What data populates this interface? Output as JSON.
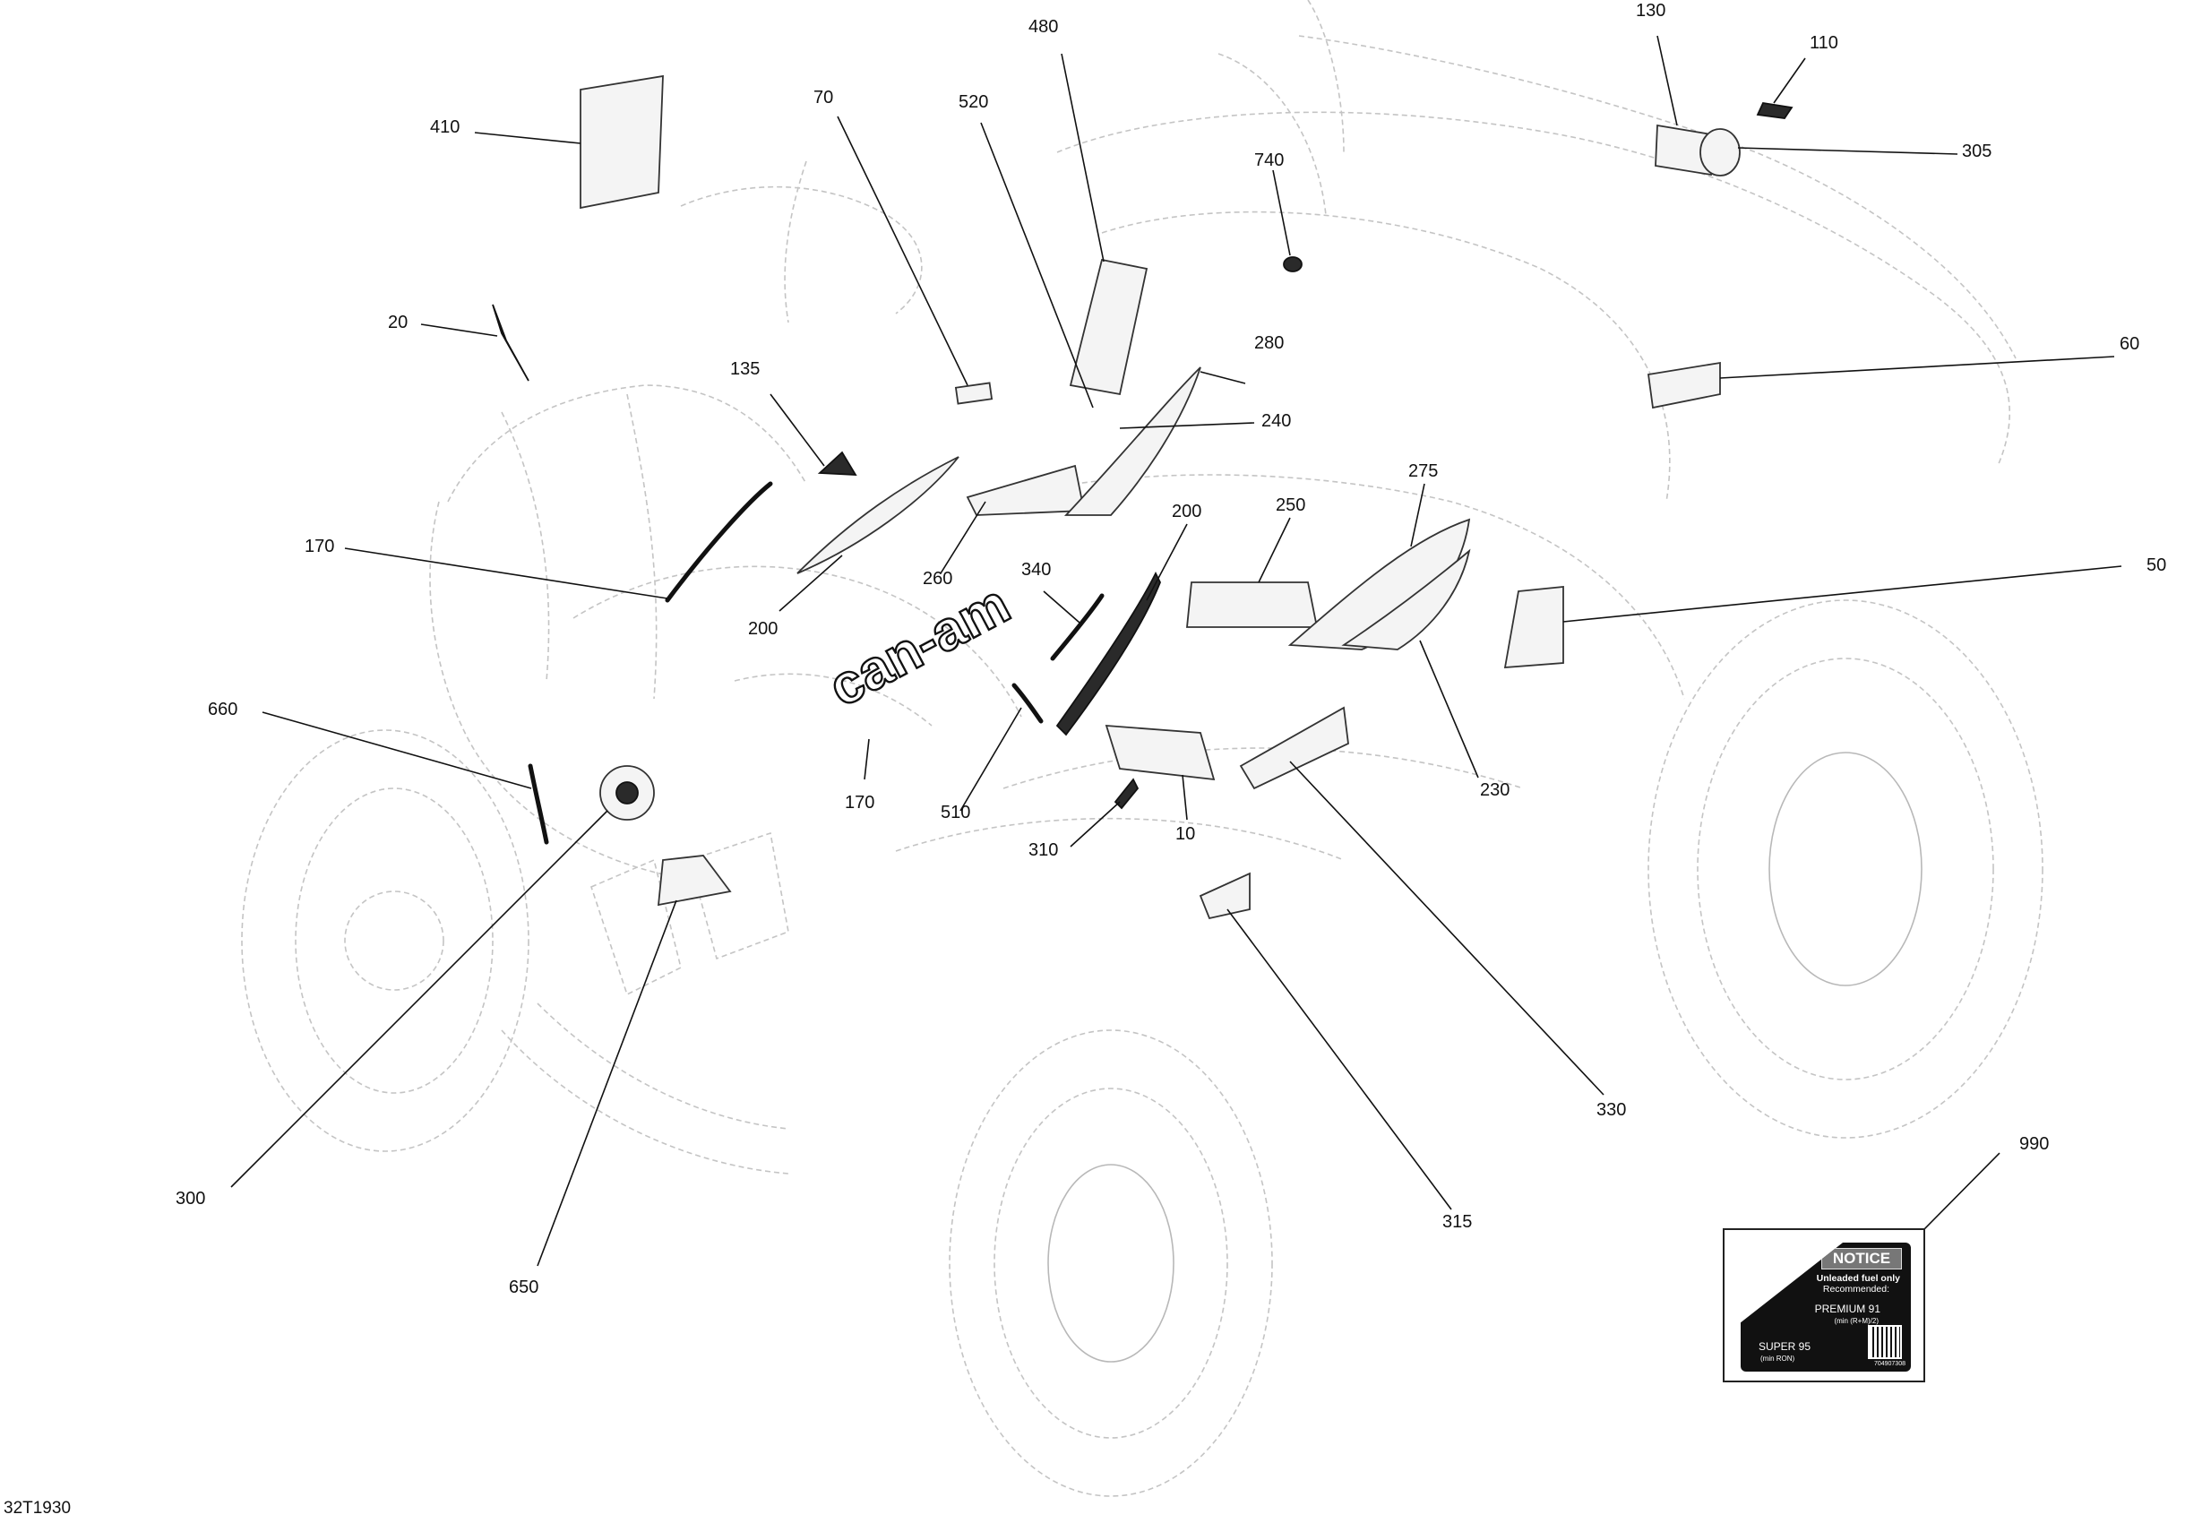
{
  "figure": {
    "id": "32T1930"
  },
  "callouts": [
    {
      "label": "480"
    },
    {
      "label": "130"
    },
    {
      "label": "110"
    },
    {
      "label": "410"
    },
    {
      "label": "70"
    },
    {
      "label": "520"
    },
    {
      "label": "305"
    },
    {
      "label": "740"
    },
    {
      "label": "20"
    },
    {
      "label": "280"
    },
    {
      "label": "60"
    },
    {
      "label": "135"
    },
    {
      "label": "240"
    },
    {
      "label": "275"
    },
    {
      "label": "200"
    },
    {
      "label": "250"
    },
    {
      "label": "170"
    },
    {
      "label": "50"
    },
    {
      "label": "260"
    },
    {
      "label": "340"
    },
    {
      "label": "200"
    },
    {
      "label": "660"
    },
    {
      "label": "230"
    },
    {
      "label": "170"
    },
    {
      "label": "510"
    },
    {
      "label": "310"
    },
    {
      "label": "10"
    },
    {
      "label": "330"
    },
    {
      "label": "300"
    },
    {
      "label": "315"
    },
    {
      "label": "990"
    },
    {
      "label": "650"
    }
  ],
  "logo_text": "can-am",
  "notice_label": {
    "title": "NOTICE",
    "line1": "Unleaded fuel only",
    "line2": "Recommended:",
    "line3": "PREMIUM 91",
    "line4": "(min (R+M)/2)",
    "line5": "SUPER 95",
    "line6": "(min RON)",
    "code": "704907308"
  }
}
